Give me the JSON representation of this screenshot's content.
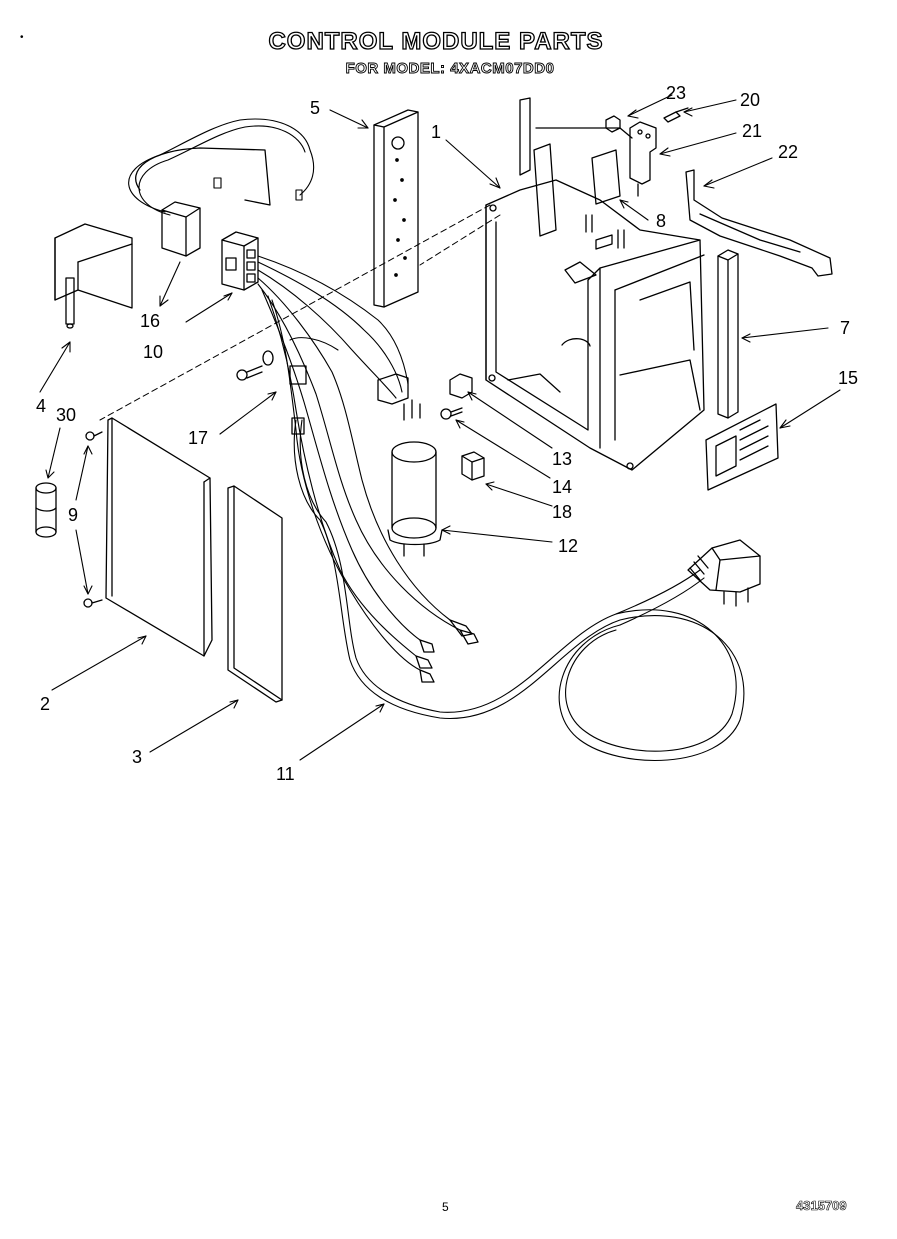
{
  "header": {
    "title": "CONTROL MODULE PARTS",
    "subtitle": "FOR MODEL: 4XACM07DD0"
  },
  "callouts": [
    "1",
    "2",
    "3",
    "4",
    "5",
    "7",
    "8",
    "9",
    "10",
    "11",
    "12",
    "13",
    "14",
    "15",
    "16",
    "17",
    "18",
    "20",
    "21",
    "22",
    "23",
    "30"
  ],
  "footer": {
    "page_number": "5",
    "part_number": "4315709"
  }
}
